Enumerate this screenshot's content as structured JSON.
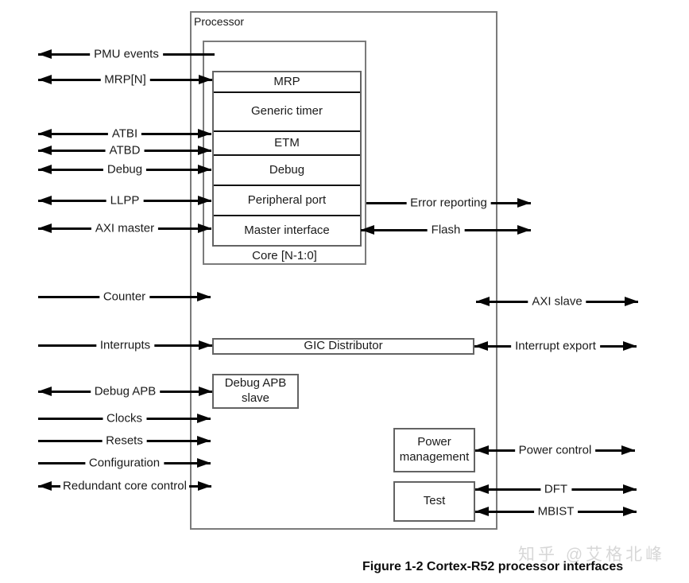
{
  "diagram": {
    "processor_label": "Processor",
    "core": {
      "rows": [
        "MRP",
        "Generic timer",
        "ETM",
        "Debug",
        "Peripheral port",
        "Master interface"
      ],
      "caption": "Core [N-1:0]"
    },
    "blocks": {
      "gic_distributor": "GIC Distributor",
      "debug_apb_slave": "Debug APB slave",
      "power_management": "Power management",
      "test": "Test"
    },
    "left_arrows": [
      {
        "label": "PMU events",
        "direction": "left"
      },
      {
        "label": "MRP[N]",
        "direction": "both"
      },
      {
        "label": "ATBI",
        "direction": "both"
      },
      {
        "label": "ATBD",
        "direction": "both"
      },
      {
        "label": "Debug",
        "direction": "both"
      },
      {
        "label": "LLPP",
        "direction": "both"
      },
      {
        "label": "AXI master",
        "direction": "both"
      },
      {
        "label": "Counter",
        "direction": "right"
      },
      {
        "label": "Interrupts",
        "direction": "right"
      },
      {
        "label": "Debug APB",
        "direction": "both"
      },
      {
        "label": "Clocks",
        "direction": "right"
      },
      {
        "label": "Resets",
        "direction": "right"
      },
      {
        "label": "Configuration",
        "direction": "right"
      },
      {
        "label": "Redundant core control",
        "direction": "both"
      }
    ],
    "right_arrows": [
      {
        "label": "Error reporting",
        "direction": "right"
      },
      {
        "label": "Flash",
        "direction": "both"
      },
      {
        "label": "AXI slave",
        "direction": "both"
      },
      {
        "label": "Interrupt export",
        "direction": "both"
      },
      {
        "label": "Power control",
        "direction": "both"
      },
      {
        "label": "DFT",
        "direction": "both"
      },
      {
        "label": "MBIST",
        "direction": "both"
      }
    ],
    "caption": "Figure 1-2  Cortex-R52 processor interfaces",
    "watermark": "知乎 @艾格北峰"
  },
  "colors": {
    "line": "#050505",
    "processor_border": "#7b7b7b",
    "block_border": "#636363",
    "row_divider": "#111111",
    "watermark": "#d7d7d7"
  }
}
